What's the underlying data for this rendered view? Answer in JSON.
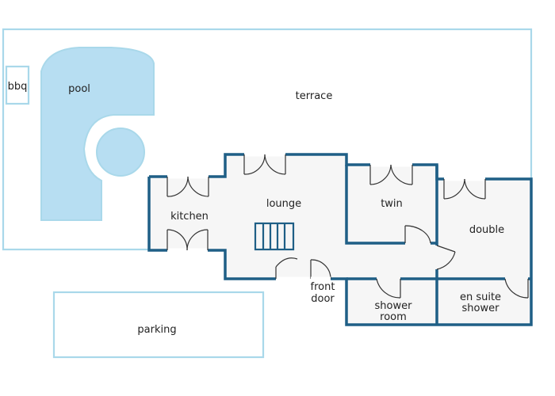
{
  "labels": {
    "bbq": "bbq",
    "pool": "pool",
    "terrace": "terrace",
    "kitchen": "kitchen",
    "lounge": "lounge",
    "twin": "twin",
    "double": "double",
    "front_door_1": "front",
    "front_door_2": "door",
    "shower_room_1": "shower",
    "shower_room_2": "room",
    "en_suite_1": "en suite",
    "en_suite_2": "shower",
    "parking": "parking"
  },
  "colors": {
    "wall": "#1f5f86",
    "light_outline": "#a9d8ea",
    "pool_fill": "#b7def2",
    "floor": "#f6f6f6"
  }
}
